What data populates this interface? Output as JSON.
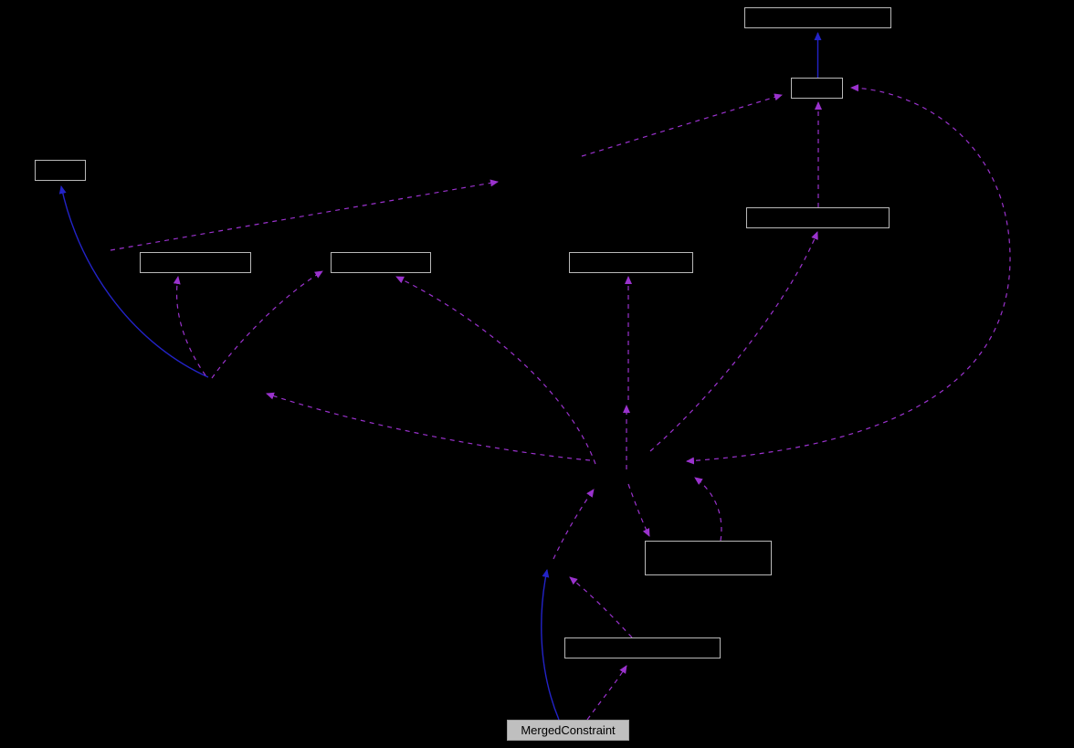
{
  "diagram": {
    "type": "collaboration-graph",
    "visible_label_count": 1
  },
  "colors": {
    "background": "#000000",
    "node_border": "#b8b8b8",
    "node_fill": "#000000",
    "highlight_fill": "#bfbfbf",
    "highlight_border": "#9e9e9e",
    "highlight_text": "#000000",
    "inheritance_edge": "#2323c8",
    "usage_edge": "#9a32cd"
  },
  "edge_styles": {
    "inheritance": "solid-blue",
    "usage": "dashed-purple"
  },
  "nodes": [
    {
      "id": "node-1",
      "label": ""
    },
    {
      "id": "node-2",
      "label": ""
    },
    {
      "id": "node-3",
      "label": ""
    },
    {
      "id": "node-4",
      "label": ""
    },
    {
      "id": "node-5",
      "label": ""
    },
    {
      "id": "node-6",
      "label": ""
    },
    {
      "id": "node-7",
      "label": ""
    },
    {
      "id": "node-8",
      "label": ""
    },
    {
      "id": "node-9",
      "label": ""
    },
    {
      "id": "node-10",
      "label": "MergedConstraint"
    }
  ]
}
